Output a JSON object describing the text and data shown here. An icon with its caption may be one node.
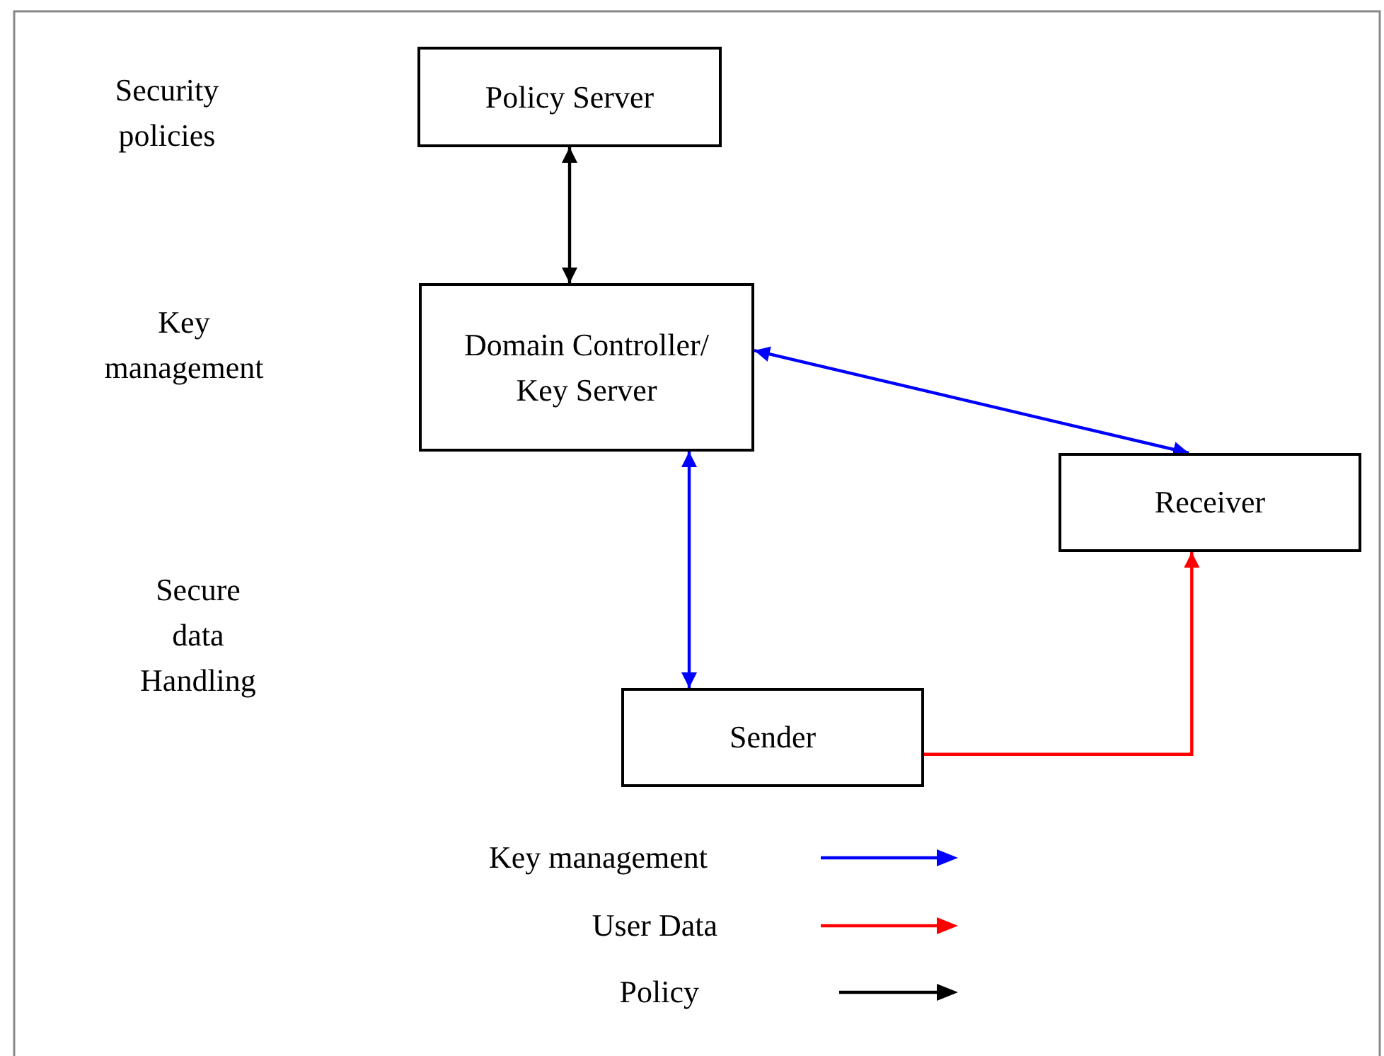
{
  "diagram": {
    "nodes": [
      {
        "text": [
          "Policy Server"
        ]
      },
      {
        "text": [
          "Domain Controller/ Key Server"
        ]
      },
      {
        "text": [
          "Receiver"
        ]
      },
      {
        "text": [
          "Sender"
        ]
      }
    ],
    "edges": [
      {
        "from": 0,
        "to": 1,
        "arrow": "both",
        "color": "#000000"
      },
      {
        "from": 1,
        "to": 2,
        "arrow": "both",
        "color": "#0000ff"
      },
      {
        "from": 1,
        "to": 3,
        "arrow": "both",
        "color": "#0000ff"
      },
      {
        "from": 3,
        "to": 2,
        "arrow": "to",
        "color": "#ff0000"
      }
    ],
    "labels": [
      "Security policies",
      "Key management",
      "Secure data Handling"
    ],
    "legend": [
      {
        "text": "Key management",
        "color": "#0000ff"
      },
      {
        "text": "User Data",
        "color": "#ff0000"
      },
      {
        "text": "Policy",
        "color": "#000000"
      }
    ]
  }
}
